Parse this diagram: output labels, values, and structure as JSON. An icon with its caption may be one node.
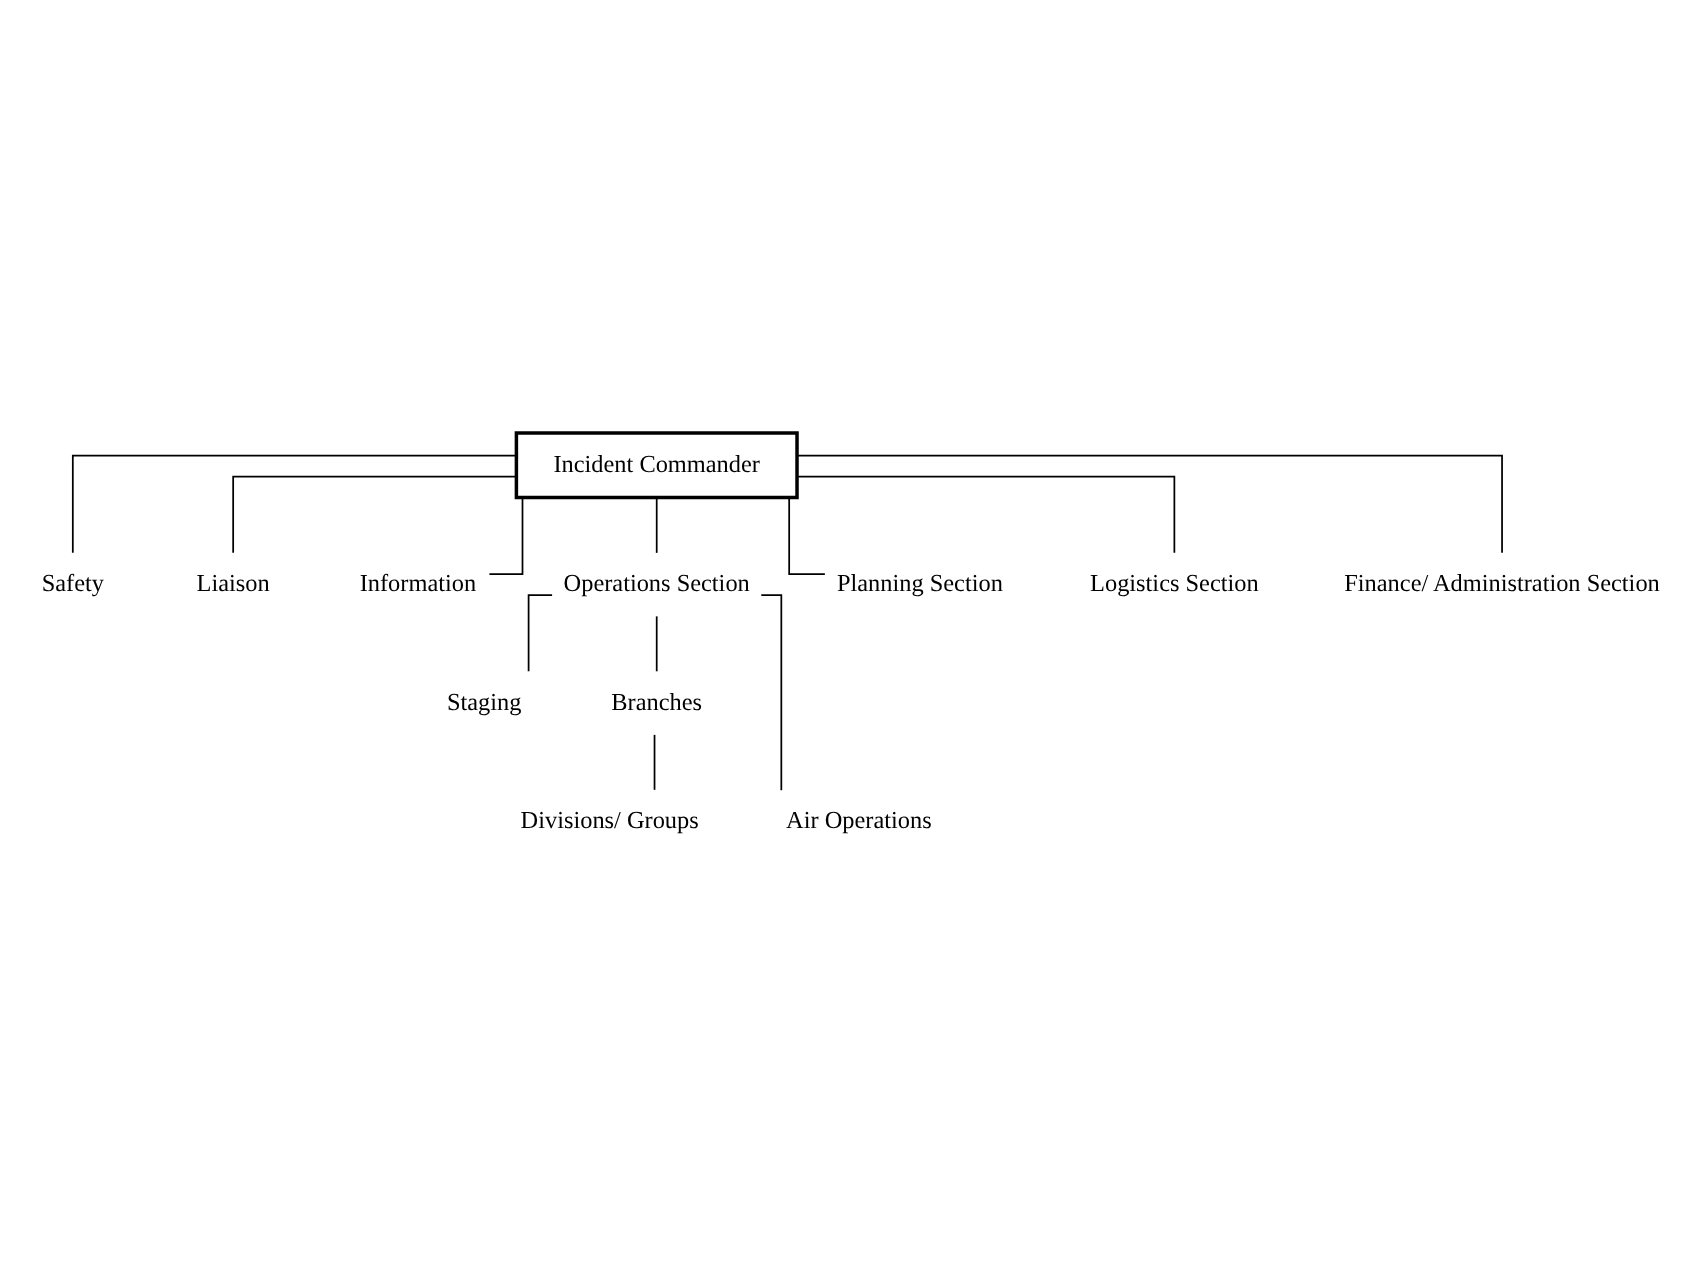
{
  "diagram": {
    "nodes": [
      {
        "text": [
          "Incident Commander"
        ]
      },
      {
        "text": [
          "Safety"
        ]
      },
      {
        "text": [
          "Liaison"
        ]
      },
      {
        "text": [
          "Information"
        ]
      },
      {
        "text": [
          "Operations Section"
        ]
      },
      {
        "text": [
          "Planning Section"
        ]
      },
      {
        "text": [
          "Logistics Section"
        ]
      },
      {
        "text": [
          "Finance/ Administration Section"
        ]
      },
      {
        "text": [
          "Staging"
        ]
      },
      {
        "text": [
          "Branches"
        ]
      },
      {
        "text": [
          "Divisions/ Groups"
        ]
      },
      {
        "text": [
          "Air Operations"
        ]
      }
    ],
    "edges": [
      {
        "from": 0,
        "to": 1,
        "arrow": "none"
      },
      {
        "from": 0,
        "to": 2,
        "arrow": "none"
      },
      {
        "from": 0,
        "to": 3,
        "arrow": "none"
      },
      {
        "from": 0,
        "to": 4,
        "arrow": "none"
      },
      {
        "from": 0,
        "to": 5,
        "arrow": "none"
      },
      {
        "from": 0,
        "to": 6,
        "arrow": "none"
      },
      {
        "from": 0,
        "to": 7,
        "arrow": "none"
      },
      {
        "from": 4,
        "to": 8,
        "arrow": "none"
      },
      {
        "from": 4,
        "to": 9,
        "arrow": "none"
      },
      {
        "from": 4,
        "to": 11,
        "arrow": "none"
      },
      {
        "from": 9,
        "to": 10,
        "arrow": "none"
      }
    ]
  }
}
